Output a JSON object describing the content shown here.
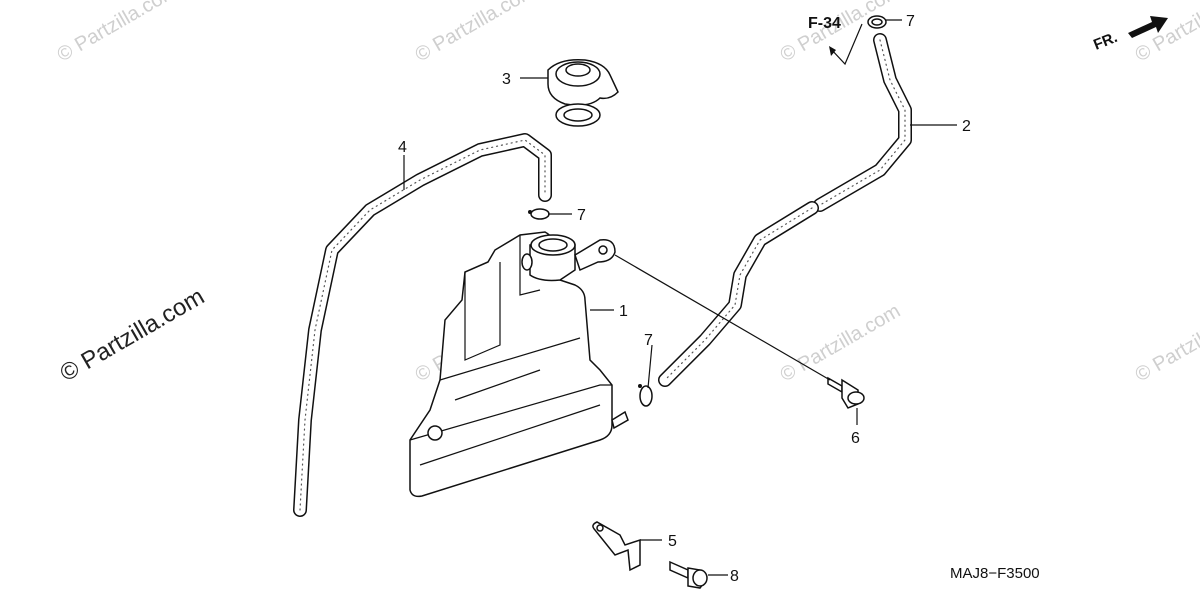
{
  "watermarks": {
    "main": "© Partzilla.com",
    "faint": "© Partzilla.com"
  },
  "labels": {
    "reference": "F-34",
    "front": "FR.",
    "diagram_code": "MAJ8−F3500"
  },
  "callouts": {
    "tank": "1",
    "hose_right": "2",
    "cap": "3",
    "hose_left": "4",
    "bracket": "5",
    "bolt_right": "6",
    "clip_top": "7",
    "clip_mid": "7",
    "clip_lower": "7",
    "bolt_bottom": "8"
  },
  "colors": {
    "line": "#111111",
    "watermark": "#cfcfcf"
  }
}
